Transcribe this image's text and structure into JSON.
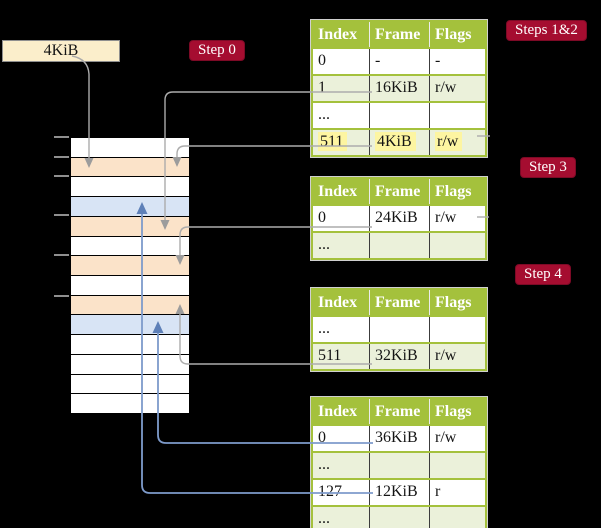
{
  "colors": {
    "background": "#000000",
    "table_header_green": "#A4C13C",
    "table_row_green": "#EBF1DA",
    "badge_red": "#A50D30",
    "frame_box_cream": "#FBEECB",
    "memory_peach": "#FBE3C9",
    "memory_blue": "#D8E4F5",
    "memory_white": "#ffffff",
    "arrow_gray": "#ACACAC",
    "arrow_blue": "#7E9BCB",
    "highlight_yellow": "#FDF5A1"
  },
  "frame_box": {
    "label": "4KiB"
  },
  "badges": {
    "step0": "Step 0",
    "steps12": "Steps 1&2",
    "step3": "Step 3",
    "step4": "Step 4"
  },
  "memory": {
    "rows": [
      {
        "color": "#ffffff"
      },
      {
        "color": "#FBE3C9"
      },
      {
        "color": "#ffffff"
      },
      {
        "color": "#D8E4F5"
      },
      {
        "color": "#FBE3C9"
      },
      {
        "color": "#ffffff"
      },
      {
        "color": "#FBE3C9"
      },
      {
        "color": "#ffffff"
      },
      {
        "color": "#FBE3C9"
      },
      {
        "color": "#D8E4F5"
      },
      {
        "color": "#ffffff"
      },
      {
        "color": "#ffffff"
      },
      {
        "color": "#ffffff"
      },
      {
        "color": "#ffffff"
      }
    ]
  },
  "tables": [
    {
      "headers": [
        "Index",
        "Frame",
        "Flags"
      ],
      "rows": [
        [
          "0",
          "-",
          "-"
        ],
        [
          "1",
          "16KiB",
          "r/w"
        ],
        [
          "...",
          "",
          ""
        ],
        [
          "511",
          "4KiB",
          "r/w"
        ]
      ]
    },
    {
      "headers": [
        "Index",
        "Frame",
        "Flags"
      ],
      "rows": [
        [
          "0",
          "24KiB",
          "r/w"
        ],
        [
          "...",
          "",
          ""
        ]
      ]
    },
    {
      "headers": [
        "Index",
        "Frame",
        "Flags"
      ],
      "rows": [
        [
          "...",
          "",
          ""
        ],
        [
          "511",
          "32KiB",
          "r/w"
        ]
      ]
    },
    {
      "headers": [
        "Index",
        "Frame",
        "Flags"
      ],
      "rows": [
        [
          "0",
          "36KiB",
          "r/w"
        ],
        [
          "...",
          "",
          ""
        ],
        [
          "127",
          "12KiB",
          "r"
        ],
        [
          "...",
          "",
          ""
        ]
      ]
    }
  ]
}
